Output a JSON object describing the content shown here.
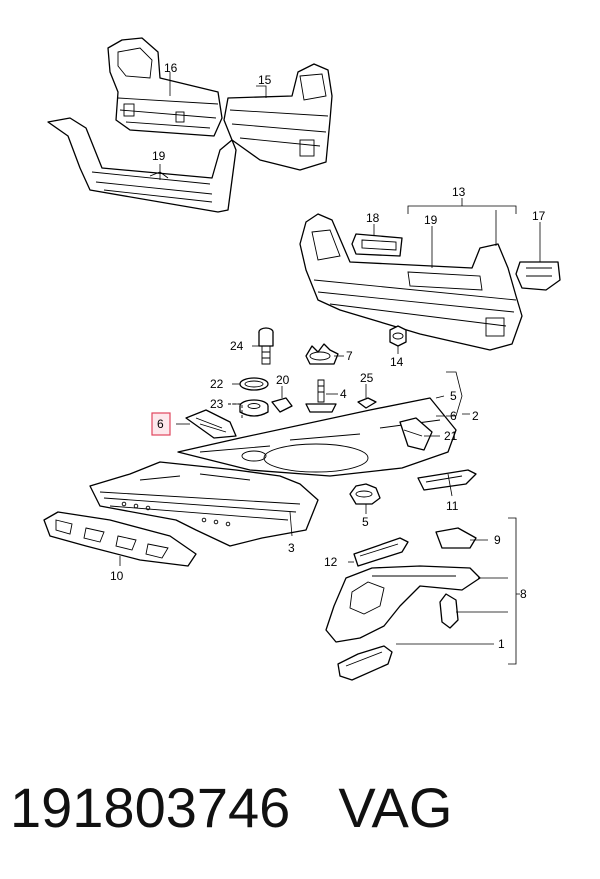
{
  "callouts": {
    "c1": "1",
    "c2": "2",
    "c3": "3",
    "c4": "4",
    "c5a": "5",
    "c5b": "5",
    "c6a": "6",
    "c6b": "6",
    "c7": "7",
    "c8": "8",
    "c9": "9",
    "c10": "10",
    "c11": "11",
    "c12": "12",
    "c13": "13",
    "c14": "14",
    "c15": "15",
    "c16": "16",
    "c17": "17",
    "c18": "18",
    "c19a": "19",
    "c19b": "19",
    "c20": "20",
    "c21": "21",
    "c22": "22",
    "c23": "23",
    "c24": "24",
    "c25": "25"
  },
  "highlight_color": "#e0455e",
  "footer": {
    "part_number": "191803746",
    "brand": "VAG"
  }
}
